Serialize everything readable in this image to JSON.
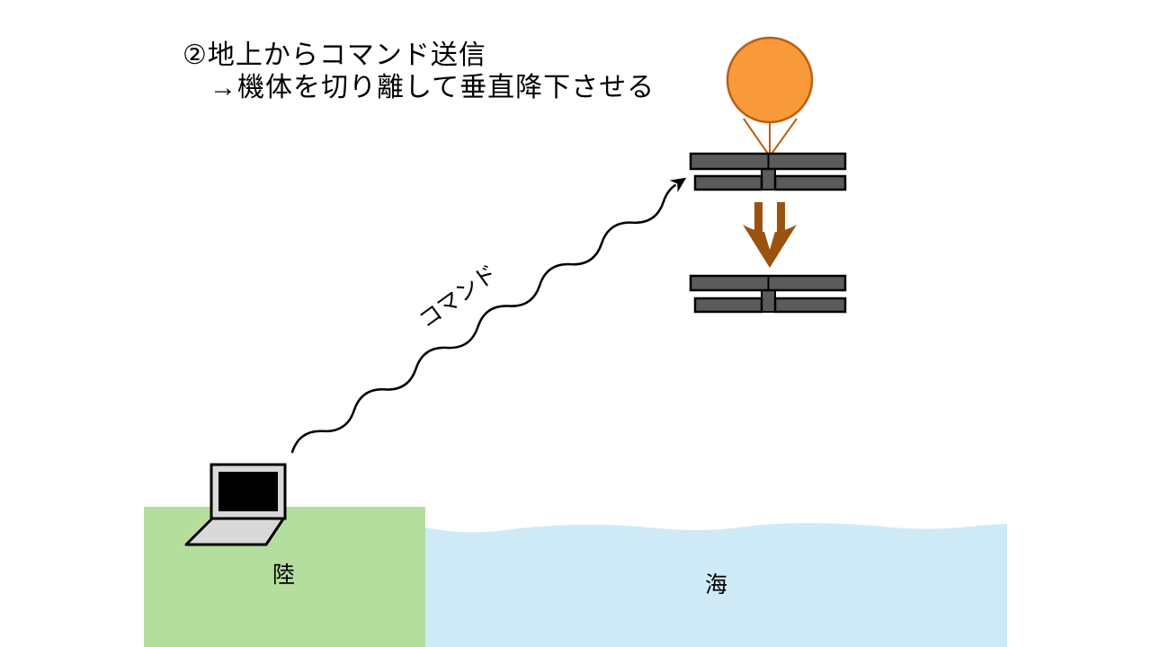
{
  "title": {
    "line1": "②地上からコマンド送信",
    "line2": "→機体を切り離して垂直降下させる"
  },
  "labels": {
    "command": "コマンド",
    "land": "陸",
    "sea": "海"
  },
  "icons": {
    "balloon": "balloon",
    "payload": "winged-payload",
    "laptop": "laptop",
    "descent_arrow": "double-down-arrow",
    "command_arrow": "wavy-arrow"
  },
  "colors": {
    "balloon_fill": "#F89A3A",
    "balloon_stroke": "#BC5E11",
    "tether_stroke": "#BC5E11",
    "descent_arrow_brown": "#9A520F",
    "aircraft_gray": "#5B5B5B",
    "aircraft_outline": "#000000",
    "land_green": "#B4DE9D",
    "sea_blue": "#CFEAF7",
    "laptop_body_gray": "#D9D9D9",
    "laptop_screen_black": "#000000",
    "line_black": "#000000",
    "background": "#FFFFFF"
  }
}
